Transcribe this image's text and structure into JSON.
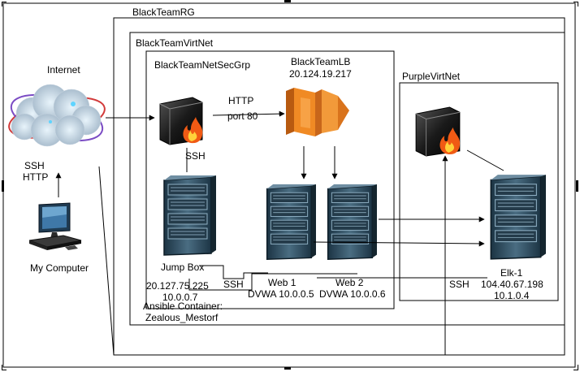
{
  "groups": {
    "resource_group": "BlackTeamRG",
    "vnet_black": "BlackTeamVirtNet",
    "nsg": "BlackTeamNetSecGrp",
    "vnet_purple": "PurpleVirtNet"
  },
  "nodes": {
    "internet": {
      "label": "Internet",
      "icon": "cloud-icon"
    },
    "my_computer": {
      "label": "My Computer",
      "icon": "desktop-computer-icon"
    },
    "firewall_black": {
      "label": "SSH",
      "icon": "firewall-icon"
    },
    "firewall_purple": {
      "icon": "firewall-icon"
    },
    "load_balancer": {
      "name": "BlackTeamLB",
      "ip": "20.124.19.217",
      "icon": "load-balancer-icon"
    },
    "jump_box": {
      "name": "Jump Box",
      "public_ip": "20.127.75.225",
      "private_ip": "10.0.0.7",
      "icon": "server-rack-icon"
    },
    "web1": {
      "name": "Web 1",
      "detail": "DVWA 10.0.0.5",
      "icon": "server-rack-icon"
    },
    "web2": {
      "name": "Web 2",
      "detail": "DVWA 10.0.0.6",
      "icon": "server-rack-icon"
    },
    "elk": {
      "name": "Elk-1",
      "public_ip": "104.40.67.198",
      "private_ip": "10.1.0.4",
      "icon": "server-rack-icon"
    }
  },
  "annotations": {
    "client_protocols": [
      "SSH",
      "HTTP"
    ],
    "lb_protocol": "HTTP",
    "lb_port": "port 80",
    "jump_ssh": "SSH",
    "elk_ssh": "SSH",
    "ansible_line1": "Ansible Container:",
    "ansible_line2": "Zealous_Mestorf"
  },
  "colors": {
    "outline": "#000000",
    "firewall_flame": "#f05a14",
    "load_balancer": "#f08a24",
    "server": "#2c4a5c",
    "cloud": "#b9c8d6"
  }
}
